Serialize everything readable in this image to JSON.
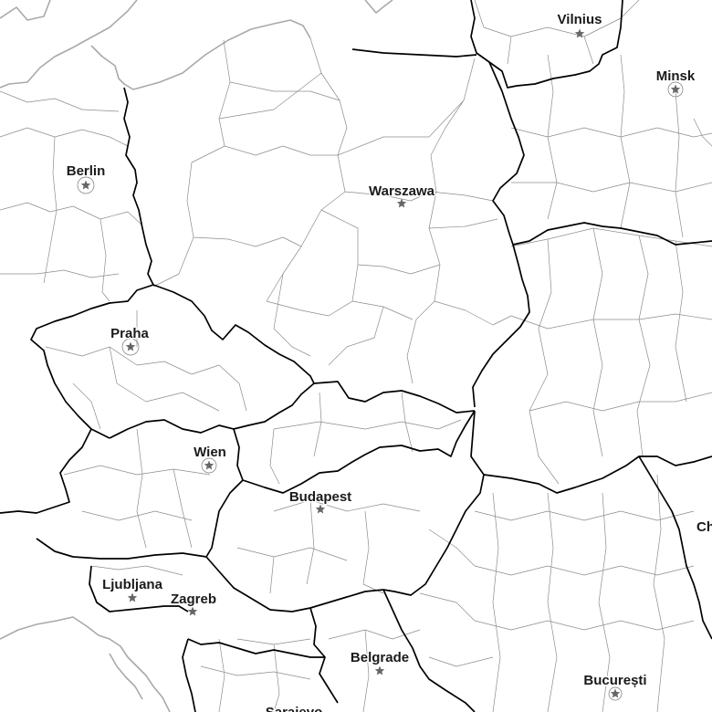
{
  "map": {
    "colors": {
      "background": "#ffffff",
      "coastline": "#a9a9a9",
      "country_border": "#000000",
      "region_border": "#8c8c8c",
      "capital_marker": "#666666",
      "label": "#1a1a1a"
    },
    "cities": [
      {
        "id": "vilnius",
        "name": "Vilnius",
        "marker": "star-icon"
      },
      {
        "id": "minsk",
        "name": "Minsk",
        "marker": "star-icon"
      },
      {
        "id": "berlin",
        "name": "Berlin",
        "marker": "star-icon"
      },
      {
        "id": "warszawa",
        "name": "Warszawa",
        "marker": "star-icon"
      },
      {
        "id": "praha",
        "name": "Praha",
        "marker": "star-icon"
      },
      {
        "id": "wien",
        "name": "Wien",
        "marker": "star-icon"
      },
      {
        "id": "budapest",
        "name": "Budapest",
        "marker": "star-icon"
      },
      {
        "id": "ljubljana",
        "name": "Ljubljana",
        "marker": "star-icon"
      },
      {
        "id": "zagreb",
        "name": "Zagreb",
        "marker": "star-icon"
      },
      {
        "id": "belgrade",
        "name": "Belgrade",
        "marker": "star-icon"
      },
      {
        "id": "bucuresti",
        "name": "București",
        "marker": "star-icon"
      },
      {
        "id": "sarajevo",
        "name": "Sarajevo",
        "marker": "star-icon"
      },
      {
        "id": "chisinau",
        "name": "Ch",
        "marker": "star-icon"
      }
    ]
  }
}
